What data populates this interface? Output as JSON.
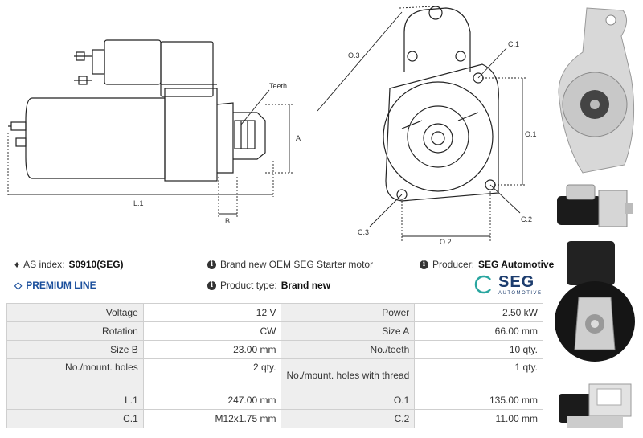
{
  "drawing": {
    "labels": {
      "teeth": "Teeth",
      "a": "A",
      "b": "B",
      "l1": "L.1",
      "o3": "O.3",
      "c1": "C.1",
      "o1": "O.1",
      "c2": "C.2",
      "c3": "C.3",
      "o2": "O.2"
    }
  },
  "info": {
    "as_index_label": "AS index:",
    "as_index_value": "S0910(SEG)",
    "premium_line": "PREMIUM LINE",
    "description": "Brand new OEM SEG Starter motor",
    "product_type_label": "Product type:",
    "product_type_value": "Brand new",
    "producer_label": "Producer:",
    "producer_value": "SEG Automotive"
  },
  "logo": {
    "name": "SEG",
    "sub": "AUTOMOTIVE",
    "colors": {
      "text": "#1d3d6e",
      "accent": "#2aa6a0"
    }
  },
  "specs": [
    {
      "l1": "Voltage",
      "v1": "12 V",
      "l2": "Power",
      "v2": "2.50 kW"
    },
    {
      "l1": "Rotation",
      "v1": "CW",
      "l2": "Size A",
      "v2": "66.00 mm"
    },
    {
      "l1": "Size B",
      "v1": "23.00 mm",
      "l2": "No./teeth",
      "v2": "10 qty."
    },
    {
      "l1": "No./mount. holes",
      "v1": "2 qty.",
      "l2": "No./mount. holes with thread",
      "v2": "1 qty."
    },
    {
      "l1": "L.1",
      "v1": "247.00 mm",
      "l2": "O.1",
      "v2": "135.00 mm"
    },
    {
      "l1": "C.1",
      "v1": "M12x1.75 mm",
      "l2": "C.2",
      "v2": "11.00 mm"
    }
  ],
  "colors": {
    "premium": "#1b4f9c",
    "label_bg": "#eeeeee",
    "border": "#cfcfcf"
  }
}
